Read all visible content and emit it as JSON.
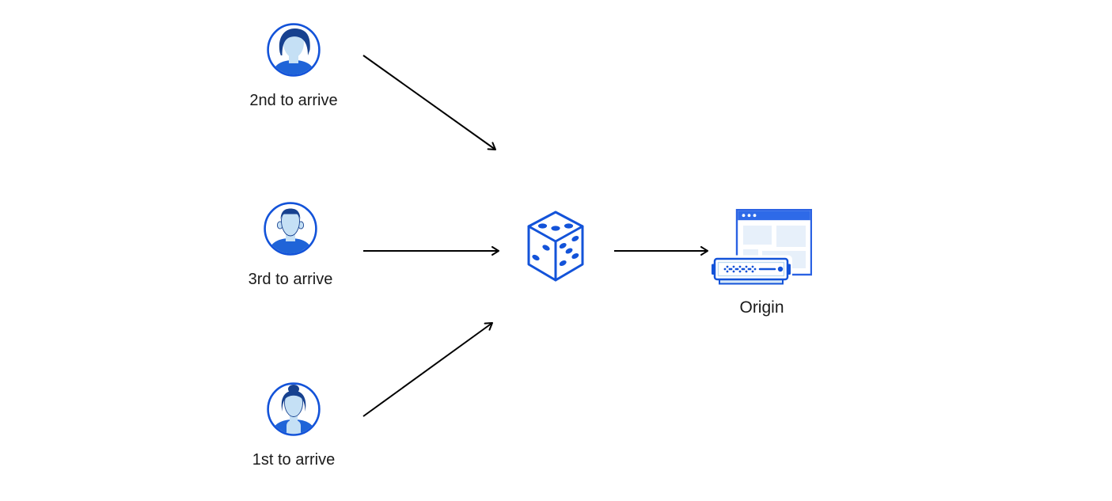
{
  "diagram": {
    "description": "Three clients send requests through a random selector (dice) to an origin server",
    "clients": [
      {
        "label": "2nd to arrive",
        "icon": "user-avatar-male-swept-hair-icon"
      },
      {
        "label": "3rd to arrive",
        "icon": "user-avatar-male-flat-top-icon"
      },
      {
        "label": "1st to arrive",
        "icon": "user-avatar-female-bun-icon"
      }
    ],
    "balancer": {
      "icon": "dice-icon",
      "dice_pips": {
        "top_face": 3,
        "left_face": 2,
        "right_face": 5
      }
    },
    "origin": {
      "label": "Origin",
      "icon": "origin-server-browser-icon"
    },
    "arrows": [
      {
        "name": "arrow-client-2nd-to-dice",
        "direction": "diagonal-down-right"
      },
      {
        "name": "arrow-client-3rd-to-dice",
        "direction": "horizontal-right"
      },
      {
        "name": "arrow-client-1st-to-dice",
        "direction": "diagonal-up-right"
      },
      {
        "name": "arrow-dice-to-origin",
        "direction": "horizontal-right"
      }
    ],
    "colors": {
      "icon_blue": "#1353d9",
      "navy": "#17418f",
      "face_blue": "#c5e0f5",
      "shirt_blue": "#1f64d8",
      "panel_blue": "#e7f0fa",
      "titlebar_blue": "#2e6ae8",
      "window_border": "#2b62e3",
      "server_base": "#d8e9f8",
      "arrow_black": "#000000",
      "label_color": "#1a1a1a",
      "background": "#ffffff"
    }
  }
}
